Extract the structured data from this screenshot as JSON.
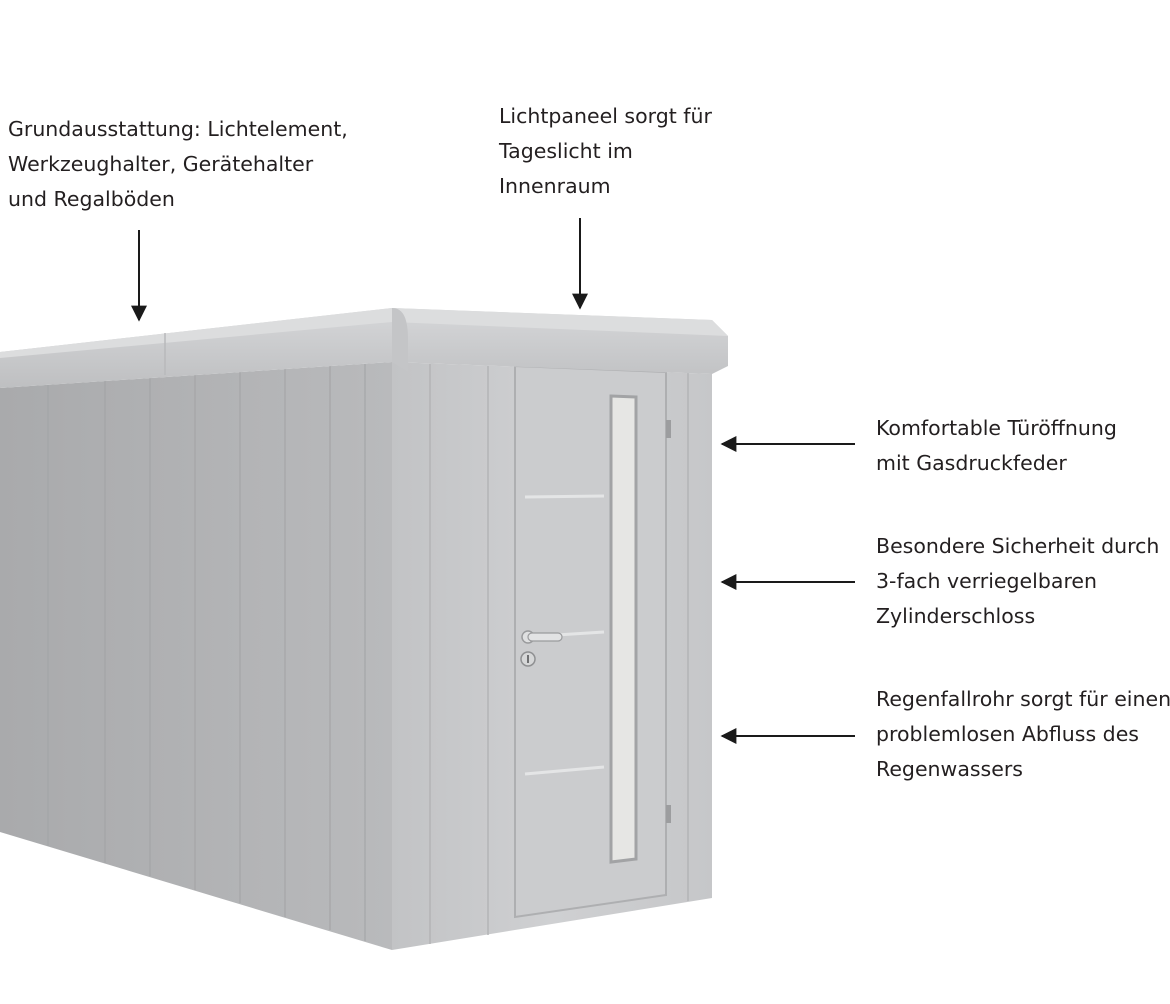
{
  "callouts": {
    "top_left": {
      "lines": [
        "Grundausstattung: Lichtelement,",
        "Werkzeughalter, Gerätehalter",
        "und Regalböden"
      ]
    },
    "top_center": {
      "lines": [
        "Lichtpaneel sorgt für",
        "Tageslicht im",
        "Innenraum"
      ]
    },
    "right_door": {
      "lines": [
        "Komfortable Türöffnung",
        "mit Gasdruckfeder"
      ]
    },
    "right_lock": {
      "lines": [
        "Besondere Sicherheit durch",
        "3-fach verriegelbaren",
        "Zylinderschloss"
      ]
    },
    "right_drain": {
      "lines": [
        "Regenfallrohr sorgt für einen",
        "problemlosen Abfluss des",
        "Regenwassers"
      ]
    }
  },
  "colors": {
    "shed_side": "#b5b6b8",
    "shed_front": "#c9cacc",
    "roof": "#cfd0d2",
    "arrow": "#1a1a1a",
    "text": "#231f20"
  }
}
